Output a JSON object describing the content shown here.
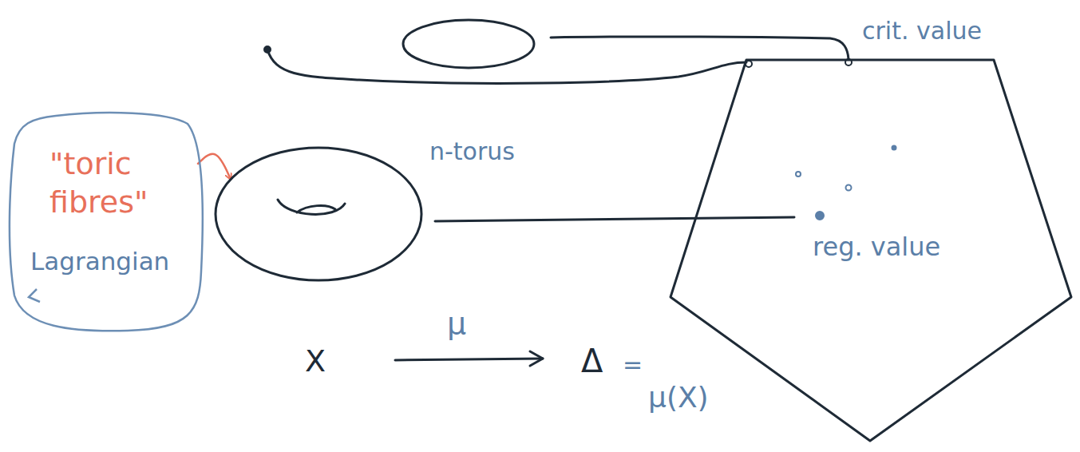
{
  "diagram": {
    "nodes": [
      {
        "text": [
          "\"toric fibres\"",
          "Lagrangian"
        ]
      },
      {
        "text": [
          "n-torus"
        ]
      }
    ],
    "edges": [
      {
        "from": 0,
        "to": 1,
        "arrow": "to"
      }
    ],
    "labels": [
      "crit. value",
      "reg. value",
      "X",
      "μ",
      "Δ",
      "=",
      "μ(X)"
    ]
  }
}
